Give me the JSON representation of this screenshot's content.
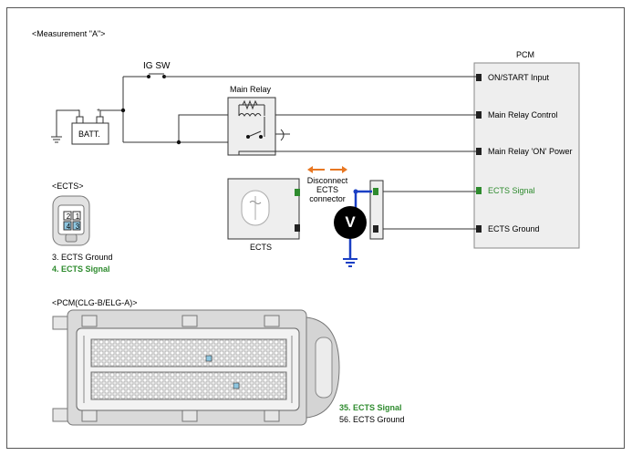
{
  "title": "<Measurement \"A\">",
  "ig_sw": "IG SW",
  "main_relay": "Main Relay",
  "batt": "BATT.",
  "batt_minus": "-",
  "batt_plus": "+",
  "pcm": {
    "title": "PCM",
    "pins": [
      "ON/START Input",
      "Main Relay Control",
      "Main Relay 'ON' Power",
      "ECTS Signal",
      "ECTS Ground"
    ]
  },
  "disconnect": [
    "Disconnect",
    "ECTS",
    "connector"
  ],
  "voltmeter": "V",
  "ects_label": "ECTS",
  "ects_connector": {
    "title": "<ECTS>",
    "pins": [
      "2",
      "1",
      "4",
      "3"
    ],
    "legend": [
      "3. ECTS Ground",
      "4. ECTS Signal"
    ]
  },
  "pcm_connector": {
    "title": "<PCM(CLG-B/ELG-A)>",
    "legend": [
      "35. ECTS Signal",
      "56. ECTS Ground"
    ]
  },
  "colors": {
    "signal": "#2e8b2e",
    "probe": "#1a3fc4",
    "arrow": "#e87722",
    "housing": "#c8c8c8",
    "connector_fill": "#dff0f5"
  }
}
